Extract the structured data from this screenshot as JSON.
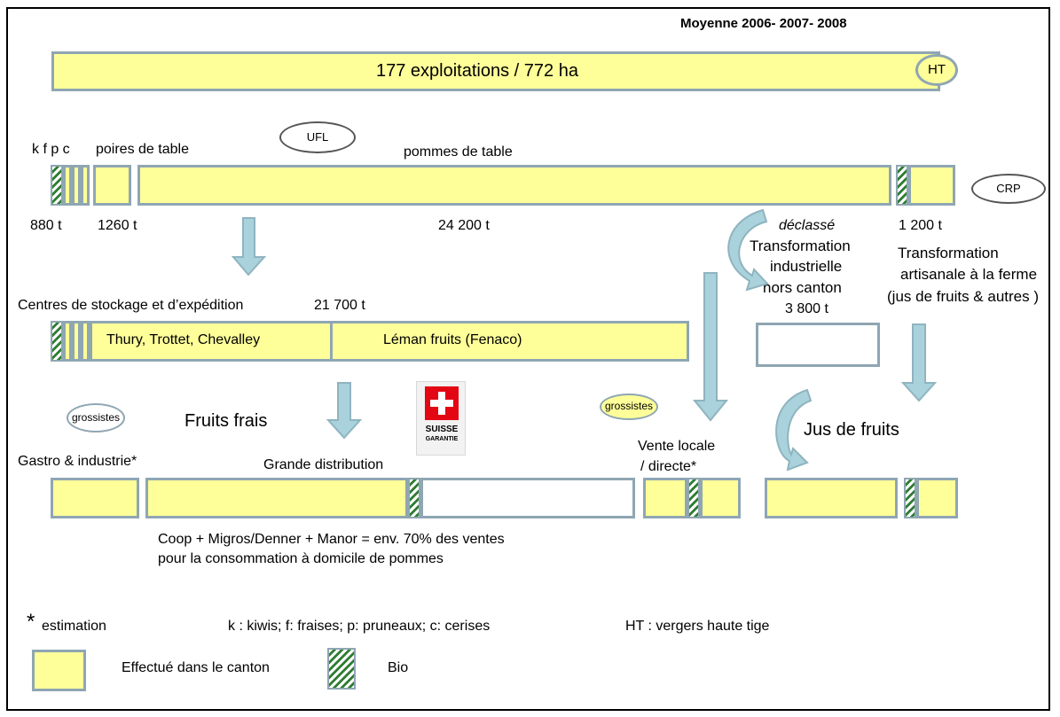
{
  "header": {
    "period": "Moyenne 2006- 2007- 2008"
  },
  "top_bar": {
    "label": "177 exploitations / 772 ha",
    "ht_label": "HT"
  },
  "production": {
    "small_letters": "k f p c",
    "poires_label": "poires de table",
    "pommes_label": "pommes de table",
    "ufl_label": "UFL",
    "crp_label": "CRP",
    "qty_small": "880  t",
    "qty_poires": "1260  t",
    "qty_pommes": "24 200 t",
    "qty_artisanal": "1 200 t"
  },
  "industrial": {
    "declasse": "déclassé",
    "line1": "Transformation",
    "line2": "industrielle",
    "line3": "hors canton",
    "qty": "3 800 t"
  },
  "artisanal": {
    "line1": "Transformation",
    "line2": "artisanale à la ferme",
    "line3": "(jus de fruits & autres )"
  },
  "storage": {
    "title": "Centres de stockage et d’expédition",
    "qty": "21 700 t",
    "left_label": "Thury, Trottet,  Chevalley",
    "right_label": "Léman fruits (Fenaco)"
  },
  "distribution": {
    "grossistes_left": "grossistes",
    "fruits_frais": "Fruits frais",
    "logo_text_1": "SUISSE",
    "logo_text_2": "GARANTIE",
    "grossistes_right": "grossistes",
    "gastro": "Gastro & industrie*",
    "grande": "Grande distribution",
    "vente_1": "Vente locale",
    "vente_2": "/  directe*",
    "jus": "Jus de fruits",
    "note_1": "Coop + Migros/Denner + Manor = env. 70% des ventes",
    "note_2": "pour la consommation à domicile de pommes"
  },
  "legend": {
    "star": "*",
    "estimation": "estimation",
    "abbrev": "k : kiwis; f: fraises; p: pruneaux; c: cerises",
    "ht": "HT : vergers haute tige",
    "effectue": "Effectué dans le canton",
    "bio": "Bio"
  },
  "colors": {
    "fill": "#ffff99",
    "border": "#8fa6b3",
    "arrow": "#a9d2dc",
    "bio_green": "#2e7d32"
  }
}
